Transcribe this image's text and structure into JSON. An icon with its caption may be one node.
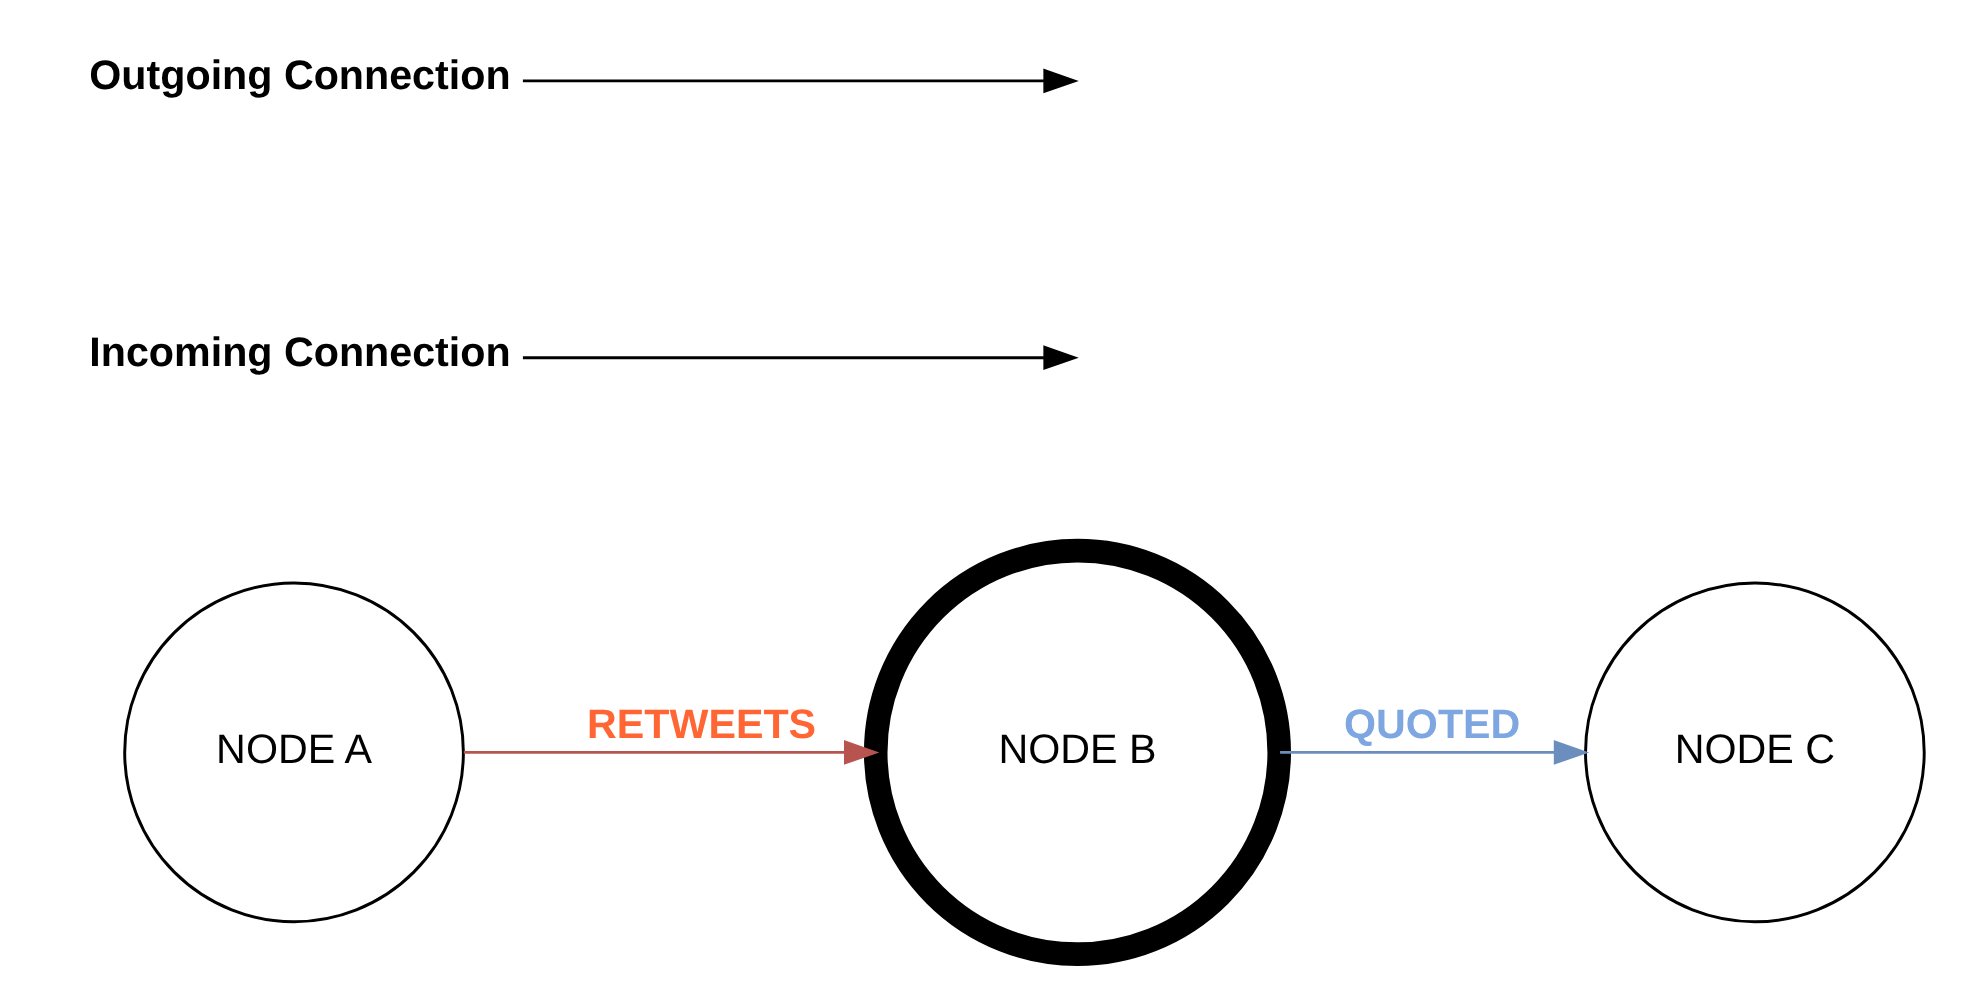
{
  "diagram": {
    "nodes": [
      {
        "text": [
          "NODE A"
        ]
      },
      {
        "text": [
          "NODE B"
        ]
      },
      {
        "text": [
          "NODE C"
        ]
      },
      {
        "text": [
          "Incoming Connection"
        ]
      },
      {
        "text": [
          "Outgoing Connection"
        ]
      }
    ],
    "edges": [
      {
        "from": 0,
        "to": 1,
        "arrow": "to",
        "label": "RETWEETS",
        "color": "#b85450"
      },
      {
        "from": 1,
        "to": 2,
        "arrow": "to",
        "label": "QUOTED",
        "color": "#6c8ebf"
      },
      {
        "from": 3,
        "to": null,
        "arrow": "to"
      },
      {
        "from": 4,
        "to": null,
        "arrow": "to"
      }
    ]
  }
}
